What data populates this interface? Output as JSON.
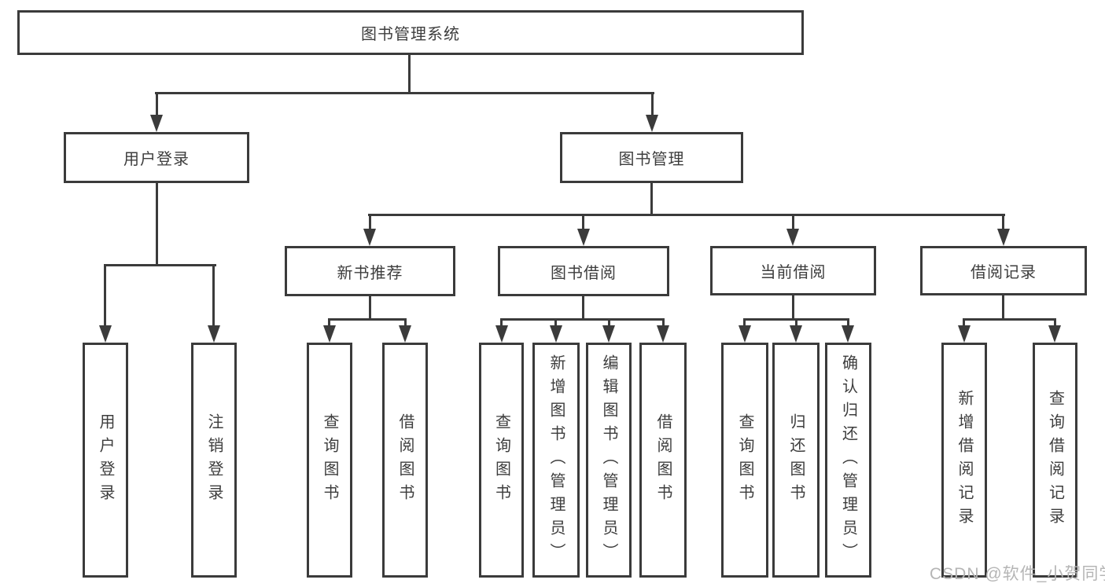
{
  "tree": {
    "label": "图书管理系统",
    "children": [
      {
        "label": "用户登录",
        "children": [
          {
            "label": "用户登录"
          },
          {
            "label": "注销登录"
          }
        ]
      },
      {
        "label": "图书管理",
        "children": [
          {
            "label": "新书推荐",
            "children": [
              {
                "label": "查询图书"
              },
              {
                "label": "借阅图书"
              }
            ]
          },
          {
            "label": "图书借阅",
            "children": [
              {
                "label": "查询图书"
              },
              {
                "label": "新增图书（管理员）"
              },
              {
                "label": "编辑图书（管理员）"
              },
              {
                "label": "借阅图书"
              }
            ]
          },
          {
            "label": "当前借阅",
            "children": [
              {
                "label": "查询图书"
              },
              {
                "label": "归还图书"
              },
              {
                "label": "确认归还（管理员）"
              }
            ]
          },
          {
            "label": "借阅记录",
            "children": [
              {
                "label": "新增借阅记录"
              },
              {
                "label": "查询借阅记录"
              }
            ]
          }
        ]
      }
    ]
  },
  "watermark": {
    "text": "CSDN @软件_小贺同学"
  },
  "colors": {
    "line": "#3b3b3b",
    "text": "#3d3d3d",
    "watermark": "#b5b5b5",
    "background": "#ffffff"
  }
}
